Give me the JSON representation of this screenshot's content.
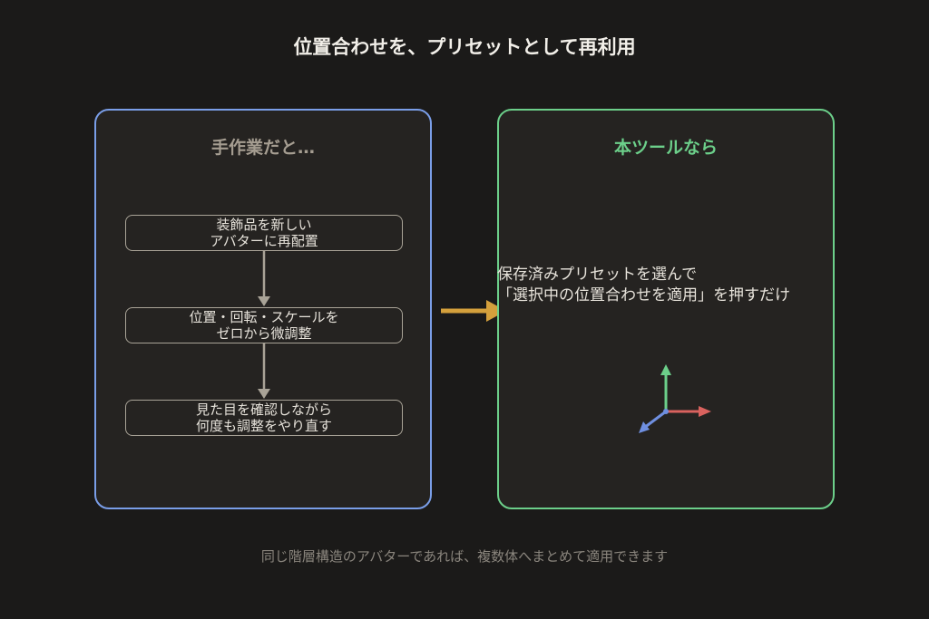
{
  "title": "位置合わせを、プリセットとして再利用",
  "left_panel": {
    "heading": "手作業だと…",
    "steps": [
      {
        "line1": "装飾品を新しい",
        "line2": "アバターに再配置"
      },
      {
        "line1": "位置・回転・スケールを",
        "line2": "ゼロから微調整"
      },
      {
        "line1": "見た目を確認しながら",
        "line2": "何度も調整をやり直す"
      }
    ]
  },
  "right_panel": {
    "heading": "本ツールなら",
    "line1": "保存済みプリセットを選んで",
    "line2": "「選択中の位置合わせを適用」を押すだけ"
  },
  "footer": "同じ階層構造のアバターであれば、複数体へまとめて適用できます",
  "colors": {
    "left_border": "#7a9ee8",
    "right_border": "#6ccf8a",
    "arrow": "#d4a03c",
    "axis_x": "#d9625e",
    "axis_y": "#6ccf8a",
    "axis_z": "#6f8fe0"
  },
  "icons": [
    "arrow-right-icon",
    "axis-gizmo-icon",
    "arrow-down-icon"
  ]
}
